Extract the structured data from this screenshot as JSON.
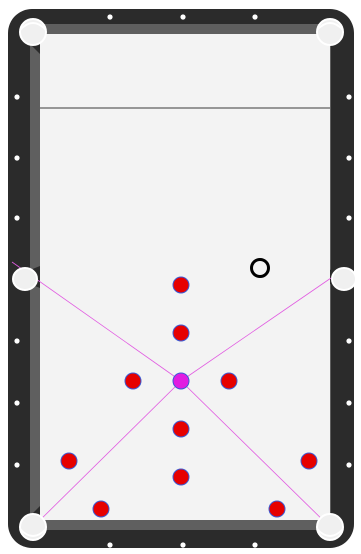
{
  "game": {
    "table": {
      "rail_color": "#2b2b2b",
      "cushion_color": "#5f5f5f",
      "felt_color": "#f3f3f3",
      "pocket_color": "#f0f0f0",
      "pocket_outline_color": "#ffffff",
      "diamond_color": "#ffffff",
      "head_string_color": "#3a3a3a"
    },
    "guides": {
      "color": "#e15be1"
    },
    "balls": {
      "object_ball_fill": "#e60000",
      "object_ball_stroke": "#3b5bd6",
      "center_ball_fill": "#e11ce1",
      "center_ball_stroke": "#3b5bd6",
      "cue_marker_stroke": "#000000",
      "object_ball_count": 10,
      "center_ball_count": 1,
      "cue_marker_count": 1
    }
  }
}
